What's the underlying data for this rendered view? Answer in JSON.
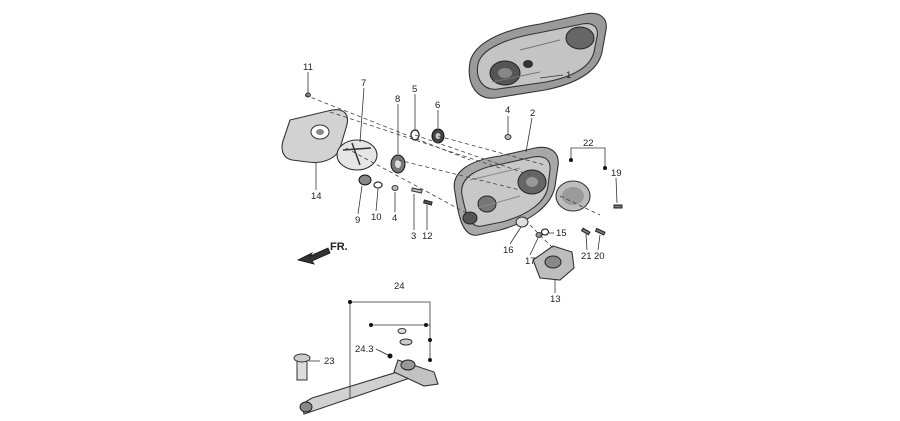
{
  "direction_label": "FR.",
  "callouts": [
    {
      "id": "p1",
      "label": "1"
    },
    {
      "id": "p2",
      "label": "2"
    },
    {
      "id": "p3",
      "label": "3"
    },
    {
      "id": "p4a",
      "label": "4"
    },
    {
      "id": "p4b",
      "label": "4"
    },
    {
      "id": "p5",
      "label": "5"
    },
    {
      "id": "p6",
      "label": "6"
    },
    {
      "id": "p7",
      "label": "7"
    },
    {
      "id": "p8",
      "label": "8"
    },
    {
      "id": "p9",
      "label": "9"
    },
    {
      "id": "p10",
      "label": "10"
    },
    {
      "id": "p11",
      "label": "11"
    },
    {
      "id": "p12",
      "label": "12"
    },
    {
      "id": "p13",
      "label": "13"
    },
    {
      "id": "p14",
      "label": "14"
    },
    {
      "id": "p15",
      "label": "15"
    },
    {
      "id": "p16",
      "label": "16"
    },
    {
      "id": "p17",
      "label": "17"
    },
    {
      "id": "p19",
      "label": "19"
    },
    {
      "id": "p20",
      "label": "20"
    },
    {
      "id": "p21",
      "label": "21"
    },
    {
      "id": "p22",
      "label": "22"
    },
    {
      "id": "p23",
      "label": "23"
    },
    {
      "id": "p24",
      "label": "24"
    },
    {
      "id": "p243",
      "label": "24.3"
    }
  ]
}
